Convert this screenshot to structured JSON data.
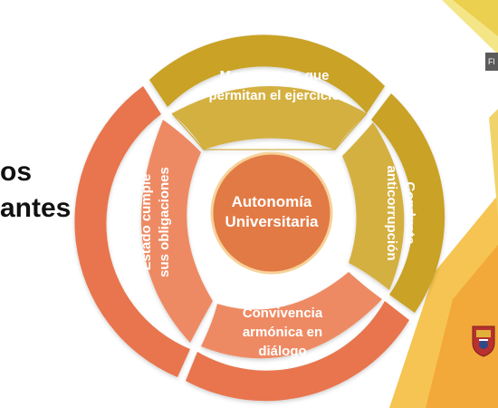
{
  "slide": {
    "left_text_line1": "os",
    "left_text_line2": "antes",
    "corner_tag": "Fl"
  },
  "diagram": {
    "center": {
      "line1": "Autonomía",
      "line2": "Universitaria"
    },
    "top": {
      "line1": "Mecanismos que",
      "line2": "permitan el ejercicio"
    },
    "right": {
      "line1": "Conducta",
      "line2": "anticorrupción"
    },
    "bottom": {
      "line1": "Convivencia",
      "line2": "armónica en",
      "line3": "diálogo"
    },
    "left": {
      "line1": "Estado cumple",
      "line2": "sus obligaciones"
    }
  },
  "colors": {
    "gold": "#c9a227",
    "gold_light": "#d4b040",
    "orange": "#e8744e",
    "orange_light": "#ee8a63",
    "center": "#e27a45",
    "deco_yellow": "#f0d64a",
    "deco_orange": "#f6b13a"
  },
  "icons": [
    "university-crest-icon"
  ]
}
